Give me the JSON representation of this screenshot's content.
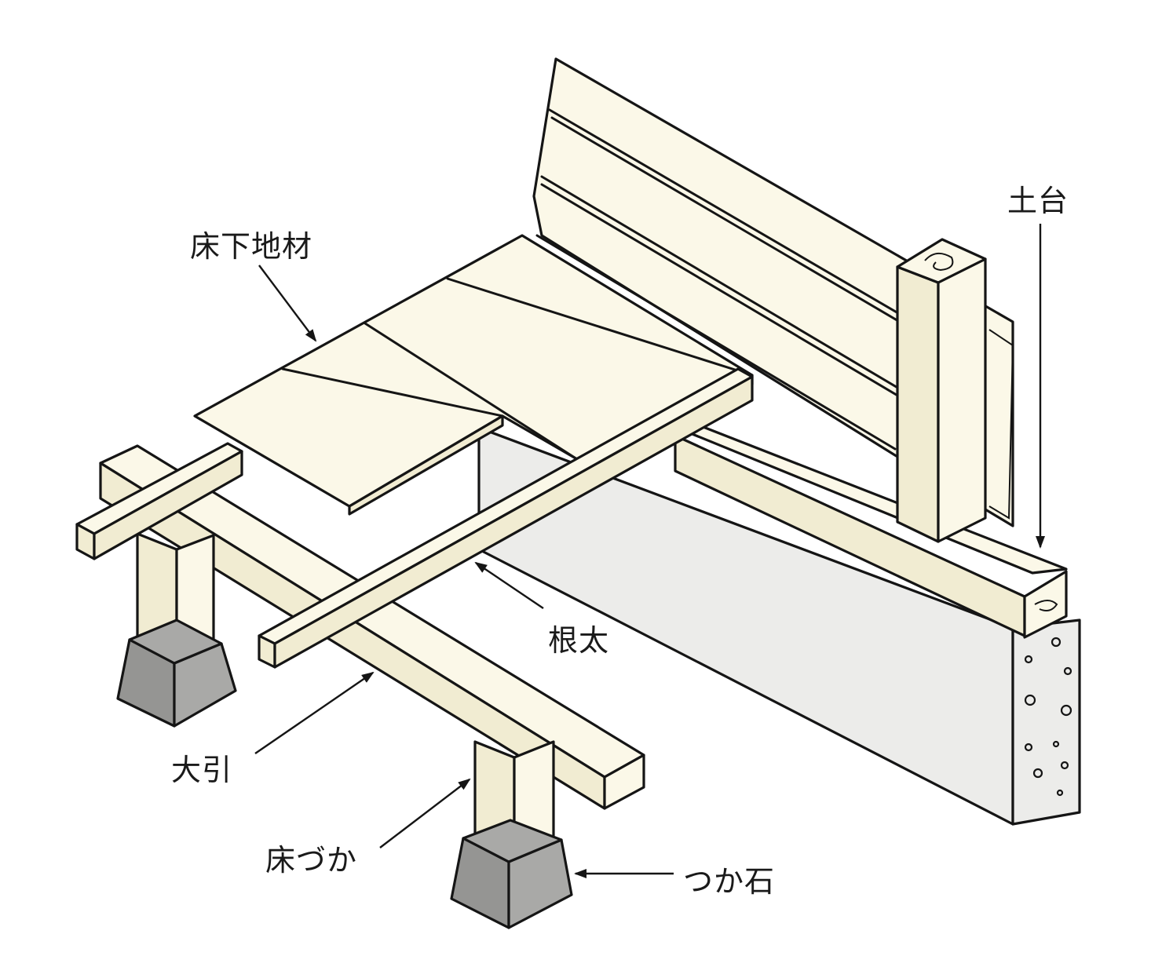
{
  "labels": {
    "subfloor": "床下地材",
    "sill": "土台",
    "joist": "根太",
    "beam": "大引",
    "floor_post": "床づか",
    "post_stone": "つか石"
  },
  "colors": {
    "wood": "#fbf8e8",
    "stone": "#a9a9a7",
    "concrete": "#ececea",
    "line": "#151515"
  }
}
